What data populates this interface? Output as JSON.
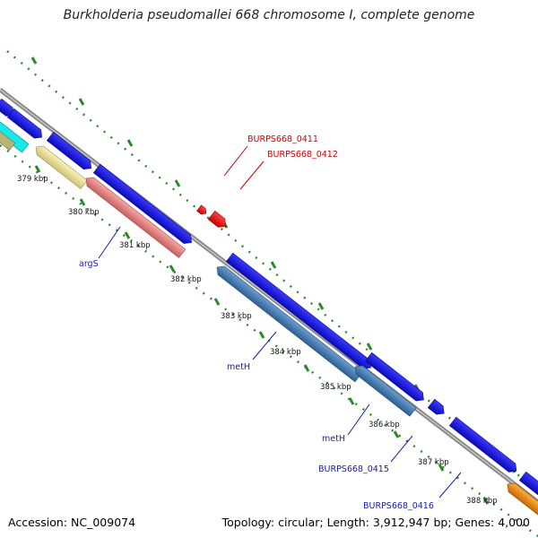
{
  "title": "Burkholderia pseudomallei 668 chromosome I, complete genome",
  "footer": {
    "accession": "Accession: NC_009074",
    "topology": "Topology: circular; Length: 3,912,947 bp; Genes: 4,000"
  },
  "ticks": [
    "379 kbp",
    "380 kbp",
    "381 kbp",
    "382 kbp",
    "383 kbp",
    "384 kbp",
    "385 kbp",
    "386 kbp",
    "387 kbp",
    "388 kbp"
  ],
  "labels": {
    "burps0411": "BURPS668_0411",
    "burps0412": "BURPS668_0412",
    "argS": "argS",
    "metH_1": "metH",
    "metH_2": "metH",
    "burps0415": "BURPS668_0415",
    "burps0416": "BURPS668_0416"
  },
  "colors": {
    "backbone": "#8a8a8a",
    "forward_gene": "#1010e8",
    "reverse_gene_steel": "#4a7fb5",
    "reverse_gene_salmon": "#ec8b8b",
    "reverse_gene_yellow": "#efe69a",
    "reverse_gene_cyan": "#19e8e8",
    "reverse_gene_olive": "#b8b478",
    "orange_gene": "#f08c10",
    "rna_gene": "#ee1111",
    "tick_marks": "#2a8a2a",
    "label_red": "#cc0000",
    "label_blue": "#1a1aa8"
  }
}
